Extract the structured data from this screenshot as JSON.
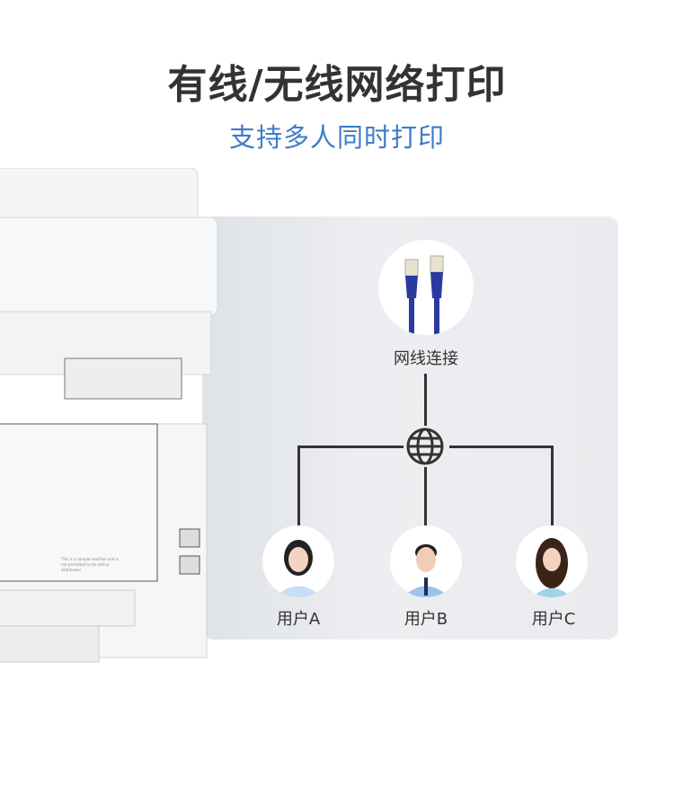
{
  "header": {
    "title": "有线/无线网络打印",
    "subtitle": "支持多人同时打印"
  },
  "diagram": {
    "source_label": "网线连接",
    "hub_icon": "globe-icon",
    "users": [
      {
        "label": "用户A"
      },
      {
        "label": "用户B"
      },
      {
        "label": "用户C"
      }
    ]
  },
  "printer": {
    "sample_label": "This is a sample machine and is not permitted to be sold or distributed."
  },
  "colors": {
    "accent": "#3d7cc9",
    "title": "#333333",
    "cable": "#2a3a9e"
  }
}
